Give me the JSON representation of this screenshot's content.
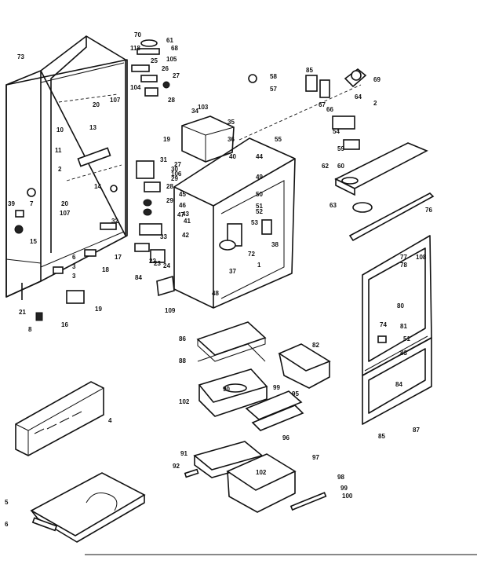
{
  "callouts": [
    "73",
    "70",
    "61",
    "118",
    "68",
    "105",
    "25",
    "26",
    "27",
    "104",
    "28",
    "29",
    "20",
    "107",
    "10",
    "11",
    "13",
    "2",
    "7",
    "39",
    "15",
    "107",
    "20",
    "14",
    "32",
    "6",
    "3",
    "3",
    "17",
    "18",
    "19",
    "21",
    "8",
    "16",
    "34",
    "103",
    "35",
    "36",
    "55",
    "19",
    "31",
    "30",
    "106",
    "27",
    "28",
    "29",
    "33",
    "22",
    "23",
    "24",
    "84",
    "109",
    "40",
    "44",
    "49",
    "50",
    "51",
    "52",
    "53",
    "45",
    "46",
    "47",
    "43",
    "41",
    "42",
    "48",
    "37",
    "72",
    "38",
    "1",
    "85",
    "67",
    "66",
    "69",
    "64",
    "2",
    "58",
    "57",
    "54",
    "59",
    "60",
    "62",
    "63",
    "76",
    "77",
    "78",
    "108",
    "80",
    "74",
    "81",
    "51",
    "83",
    "84",
    "85",
    "87",
    "86",
    "88",
    "90",
    "102",
    "99",
    "95",
    "96",
    "82",
    "91",
    "92",
    "97",
    "102",
    "98",
    "99",
    "100",
    "4",
    "5",
    "6"
  ]
}
